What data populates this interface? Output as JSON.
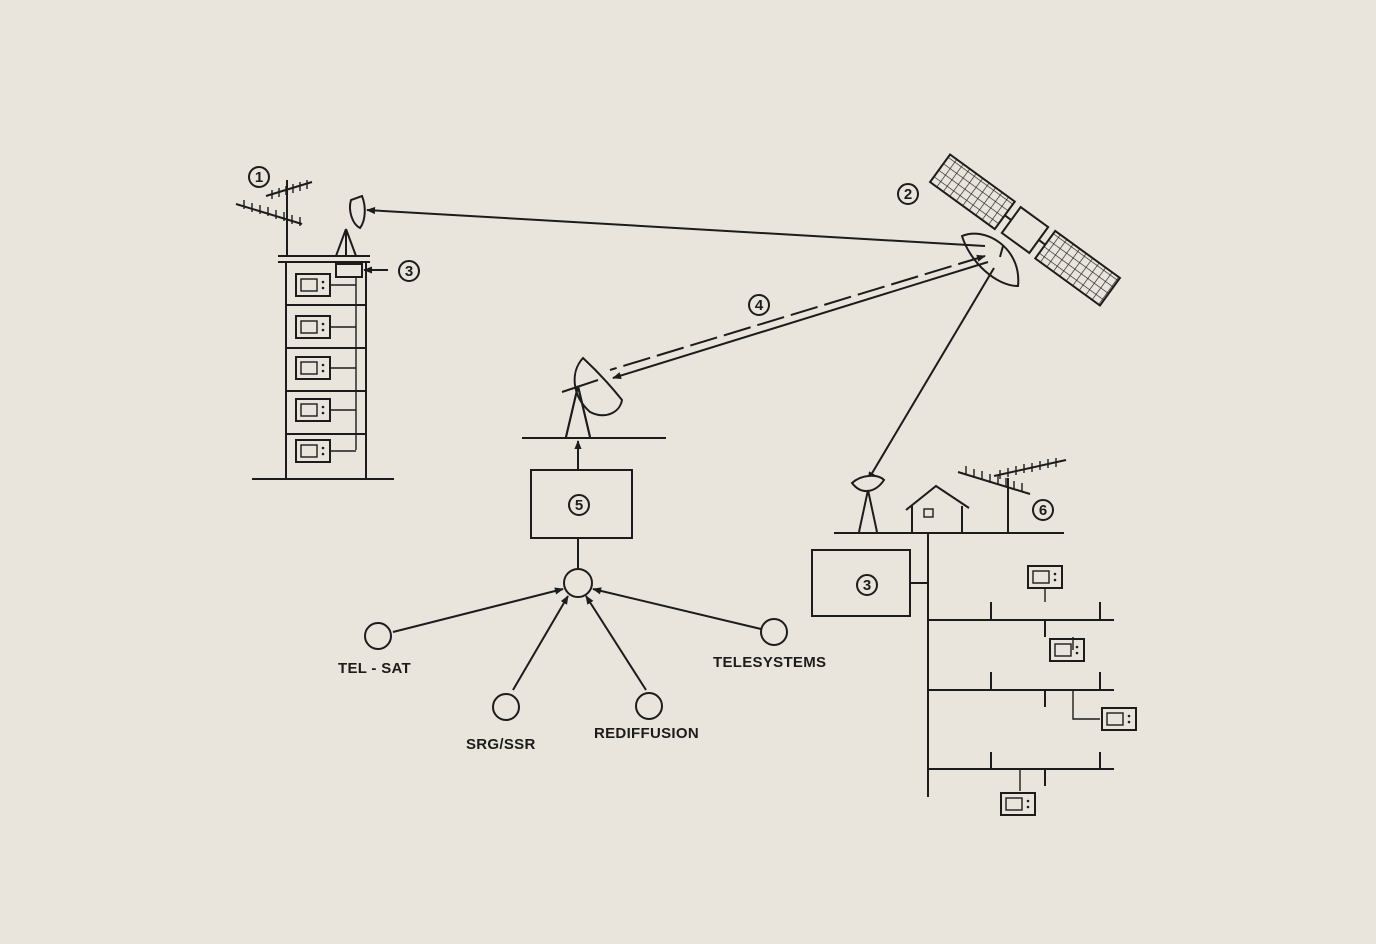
{
  "markers": {
    "m1": "1",
    "m2": "2",
    "m3a": "3",
    "m3b": "3",
    "m4": "4",
    "m5": "5",
    "m6": "6"
  },
  "sources": {
    "telsat": "TEL - SAT",
    "srgssr": "SRG/SSR",
    "rediffusion": "REDIFFUSION",
    "telesystems": "TELESYSTEMS"
  },
  "colors": {
    "paper": "#e9e5dc",
    "ink": "#1c1c1c"
  }
}
